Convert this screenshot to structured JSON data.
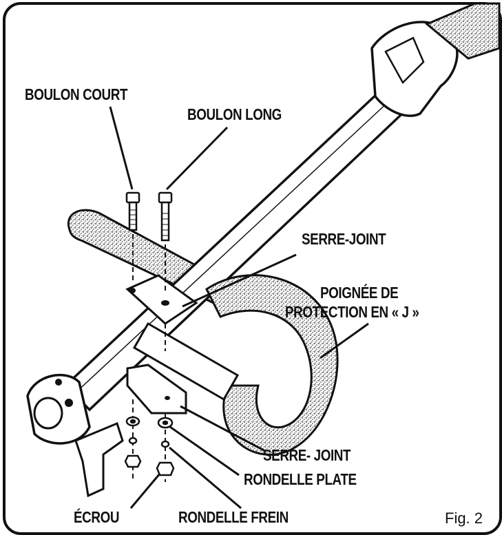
{
  "labels": {
    "boulon_court": "BOULON COURT",
    "boulon_long": "BOULON LONG",
    "serre_joint_top": "SERRE-JOINT",
    "poignee_line1": "POIGNÉE DE",
    "poignee_line2": "PROTECTION EN « J »",
    "serre_joint_bottom": "SERRE- JOINT",
    "rondelle_plate": "RONDELLE PLATE",
    "ecrou": "ÉCROU",
    "rondelle_frein": "RONDELLE FREIN"
  },
  "figure": {
    "caption": "Fig. 2"
  }
}
